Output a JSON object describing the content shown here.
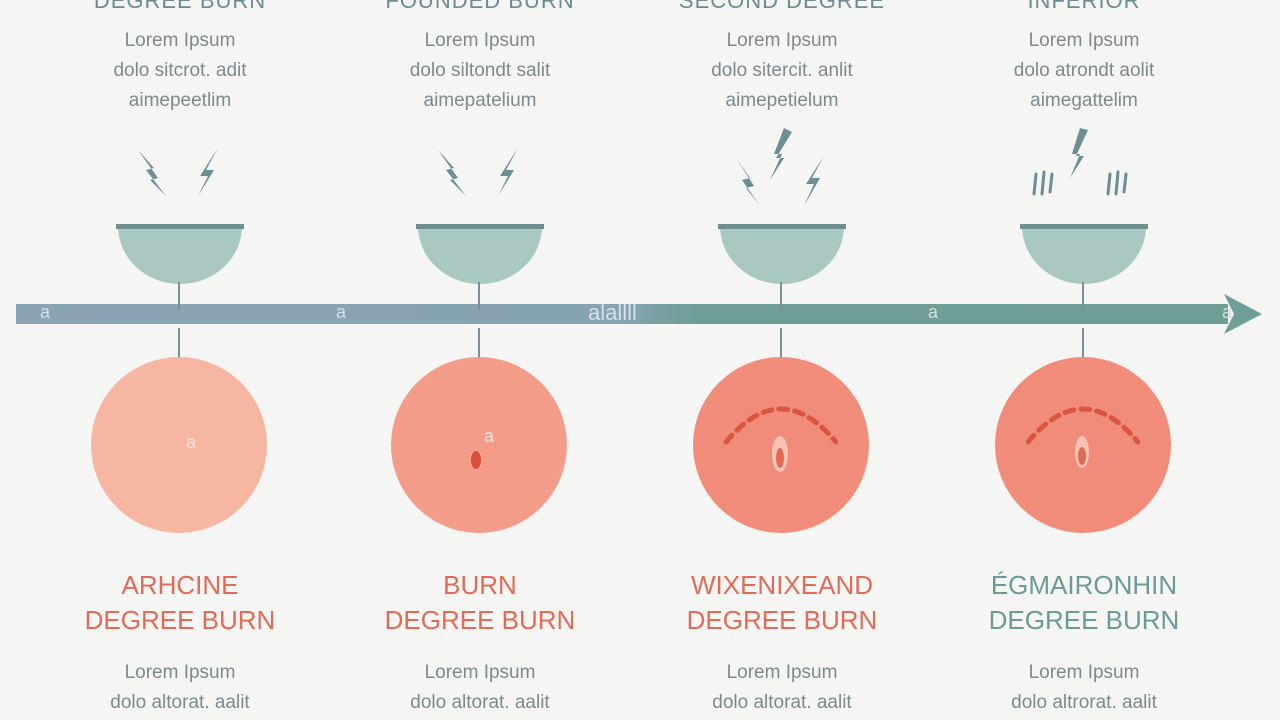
{
  "colors": {
    "timeline_left": "#8aa4b4",
    "timeline_right": "#6e9e97",
    "bowl": "#a9c8c1",
    "bowl_rim": "#6f8e90",
    "bolt": "#6e8e93",
    "skin_light": "#f7b6a2",
    "skin_mid": "#f39c8a",
    "skin_dark": "#f18c7b",
    "title_red": "#e36a56",
    "title_teal": "#6b9a98"
  },
  "timeline": {
    "center_label": "alallll",
    "tick_labels": [
      "a",
      "a",
      "a",
      "a"
    ]
  },
  "stages": [
    {
      "top_title": "DEGREE BURN",
      "top_desc": [
        "Lorem Ipsum",
        "dolo sitcrot. adit",
        "aimepeetlim"
      ],
      "bolt_icons": "two-bolts",
      "skin_label": "a",
      "bottom_title": [
        "ARHCINE",
        "DEGREE BURN"
      ],
      "bottom_desc": [
        "Lorem Ipsum",
        "dolo altorat. aalit"
      ],
      "title_color": "#e36a56"
    },
    {
      "top_title": "FOUNDED BURN",
      "top_desc": [
        "Lorem Ipsum",
        "dolo siltondt salit",
        "aimepatelium"
      ],
      "bolt_icons": "two-bolts",
      "skin_label": "a",
      "bottom_title": [
        "BURN",
        "DEGREE BURN"
      ],
      "bottom_desc": [
        "Lorem Ipsum",
        "dolo altorat. aalit"
      ],
      "title_color": "#e36a56"
    },
    {
      "top_title": "SECOND DEGREE",
      "top_desc": [
        "Lorem Ipsum",
        "dolo sitercit. anlit",
        "aimepetielum"
      ],
      "bolt_icons": "three-bolts",
      "skin_label": "",
      "bottom_title": [
        "WIXENIXEAND",
        "DEGREE BURN"
      ],
      "bottom_desc": [
        "Lorem Ipsum",
        "dolo altorat. aalit"
      ],
      "title_color": "#e36a56"
    },
    {
      "top_title": "INFERIOR",
      "top_desc": [
        "Lorem Ipsum",
        "dolo atrondt aolit",
        "aimegattelim"
      ],
      "bolt_icons": "bolt-and-lines",
      "skin_label": "",
      "bottom_title": [
        "ÉGMAIRONHIN",
        "DEGREE BURN"
      ],
      "bottom_desc": [
        "Lorem Ipsum",
        "dolo altrorat. aalit"
      ],
      "title_color": "#6b9a98"
    }
  ]
}
